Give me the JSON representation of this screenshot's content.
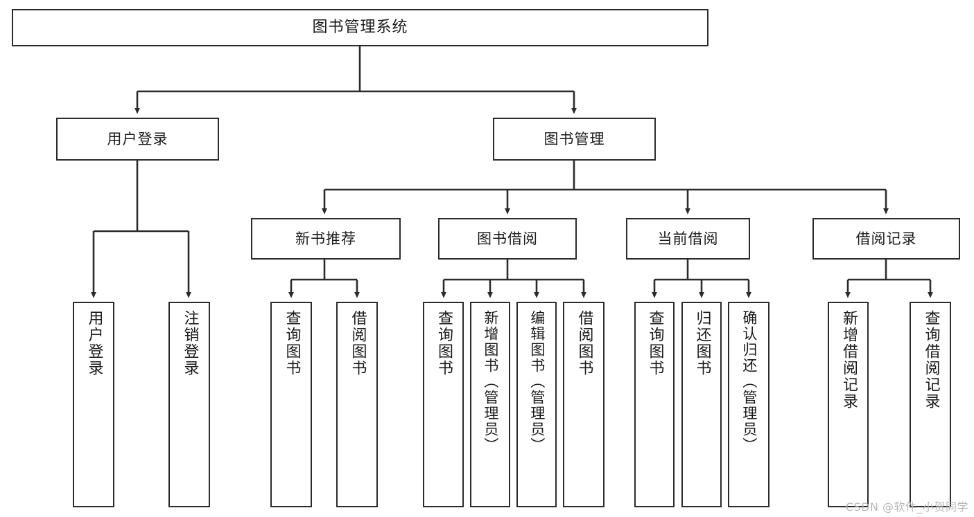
{
  "diagram": {
    "title": "图书管理系统",
    "type": "hierarchy-tree",
    "levels": 4,
    "root": {
      "id": "root",
      "label": "图书管理系统",
      "orientation": "horizontal"
    },
    "level2": [
      {
        "id": "user-login",
        "label": "用户登录",
        "orientation": "horizontal"
      },
      {
        "id": "book-manage",
        "label": "图书管理",
        "orientation": "horizontal"
      }
    ],
    "level3": [
      {
        "id": "new-book-rec",
        "label": "新书推荐",
        "orientation": "horizontal",
        "parent": "book-manage"
      },
      {
        "id": "book-borrow",
        "label": "图书借阅",
        "orientation": "horizontal",
        "parent": "book-manage"
      },
      {
        "id": "current-borrow",
        "label": "当前借阅",
        "orientation": "horizontal",
        "parent": "book-manage"
      },
      {
        "id": "borrow-record",
        "label": "借阅记录",
        "orientation": "horizontal",
        "parent": "book-manage"
      }
    ],
    "leaves": [
      {
        "id": "leaf-user-login",
        "label": "用户登录",
        "parent": "user-login",
        "orientation": "vertical"
      },
      {
        "id": "leaf-logout-login",
        "label": "注销登录",
        "parent": "user-login",
        "orientation": "vertical"
      },
      {
        "id": "leaf-query-book-1",
        "label": "查询图书",
        "parent": "new-book-rec",
        "orientation": "vertical"
      },
      {
        "id": "leaf-borrow-book-1",
        "label": "借阅图书",
        "parent": "new-book-rec",
        "orientation": "vertical"
      },
      {
        "id": "leaf-query-book-2",
        "label": "查询图书",
        "parent": "book-borrow",
        "orientation": "vertical"
      },
      {
        "id": "leaf-add-book",
        "label": "新增图书（管理员）",
        "parent": "book-borrow",
        "orientation": "vertical"
      },
      {
        "id": "leaf-edit-book",
        "label": "编辑图书（管理员）",
        "parent": "book-borrow",
        "orientation": "vertical"
      },
      {
        "id": "leaf-borrow-book-2",
        "label": "借阅图书",
        "parent": "book-borrow",
        "orientation": "vertical"
      },
      {
        "id": "leaf-query-book-3",
        "label": "查询图书",
        "parent": "current-borrow",
        "orientation": "vertical"
      },
      {
        "id": "leaf-return-book",
        "label": "归还图书",
        "parent": "current-borrow",
        "orientation": "vertical"
      },
      {
        "id": "leaf-confirm-return",
        "label": "确认归还（管理员）",
        "parent": "current-borrow",
        "orientation": "vertical"
      },
      {
        "id": "leaf-add-record",
        "label": "新增借阅记录",
        "parent": "borrow-record",
        "orientation": "vertical"
      },
      {
        "id": "leaf-query-record",
        "label": "查询借阅记录",
        "parent": "borrow-record",
        "orientation": "vertical"
      }
    ],
    "colors": {
      "stroke": "#2b2b2b",
      "fill": "#ffffff",
      "text": "#1a1a1a",
      "watermark": "#b8b8b8"
    }
  },
  "watermark": {
    "text": "CSDN @软件_小贺同学"
  }
}
